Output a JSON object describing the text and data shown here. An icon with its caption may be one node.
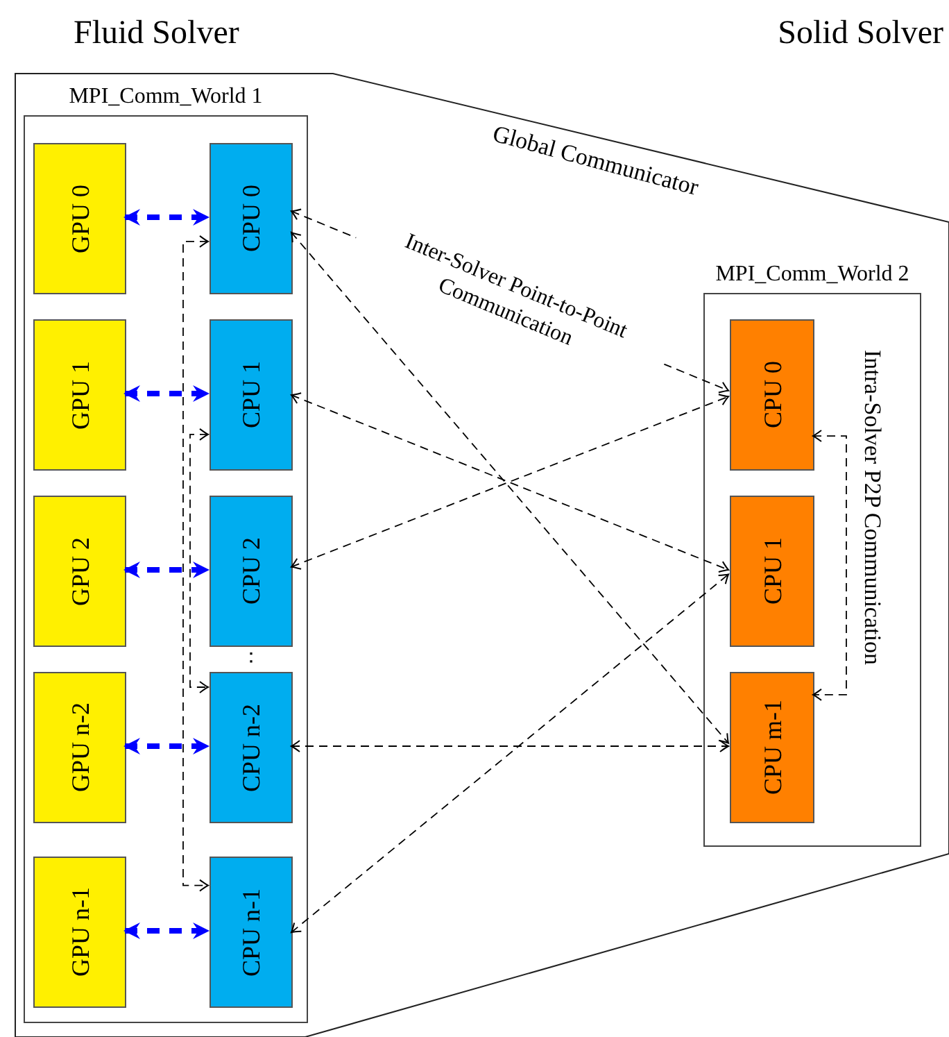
{
  "diagram": {
    "nodes": [
      {
        "text": [
          "Global Communicator"
        ]
      },
      {
        "text": [
          "MPI_Comm_World 1"
        ],
        "in": 0
      },
      {
        "text": [
          "GPU 0"
        ],
        "in": 1
      },
      {
        "text": [
          "CPU 0"
        ],
        "in": 1
      },
      {
        "text": [
          "GPU 1"
        ],
        "in": 1
      },
      {
        "text": [
          "CPU 1"
        ],
        "in": 1
      },
      {
        "text": [
          "GPU 2"
        ],
        "in": 1
      },
      {
        "text": [
          "CPU 2"
        ],
        "in": 1
      },
      {
        "text": [
          "GPU n-2"
        ],
        "in": 1
      },
      {
        "text": [
          "CPU n-2"
        ],
        "in": 1
      },
      {
        "text": [
          "GPU n-1"
        ],
        "in": 1
      },
      {
        "text": [
          "CPU n-1"
        ],
        "in": 1
      },
      {
        "text": [
          "MPI_Comm_World 2"
        ],
        "in": 0
      },
      {
        "text": [
          "CPU 0"
        ],
        "in": 12
      },
      {
        "text": [
          "CPU 1"
        ],
        "in": 12
      },
      {
        "text": [
          "CPU m-1"
        ],
        "in": 12
      }
    ],
    "edges": [
      {
        "from": 2,
        "to": 3,
        "arrow": "both",
        "style": "dashed",
        "color": "#0000ff"
      },
      {
        "from": 4,
        "to": 5,
        "arrow": "both",
        "style": "dashed",
        "color": "#0000ff"
      },
      {
        "from": 6,
        "to": 7,
        "arrow": "both",
        "style": "dashed",
        "color": "#0000ff"
      },
      {
        "from": 8,
        "to": 9,
        "arrow": "both",
        "style": "dashed",
        "color": "#0000ff"
      },
      {
        "from": 10,
        "to": 11,
        "arrow": "both",
        "style": "dashed",
        "color": "#0000ff"
      },
      {
        "from": 3,
        "to": 13,
        "arrow": "both",
        "label": "Inter-Solver Point-to-Point Communication"
      },
      {
        "from": 3,
        "to": 15,
        "arrow": "both"
      },
      {
        "from": 5,
        "to": 14,
        "arrow": "both"
      },
      {
        "from": 7,
        "to": 13,
        "arrow": "both"
      },
      {
        "from": 9,
        "to": 15,
        "arrow": "both"
      },
      {
        "from": 11,
        "to": 14,
        "arrow": "both"
      },
      {
        "from": 3,
        "to": 11,
        "arrow": "both"
      },
      {
        "from": 5,
        "to": 9,
        "arrow": "both"
      },
      {
        "from": 13,
        "to": 15,
        "arrow": "both",
        "label": "Intra-Solver P2P Communication"
      }
    ],
    "labels": [
      "Fluid Solver",
      "Solid Solver"
    ]
  }
}
